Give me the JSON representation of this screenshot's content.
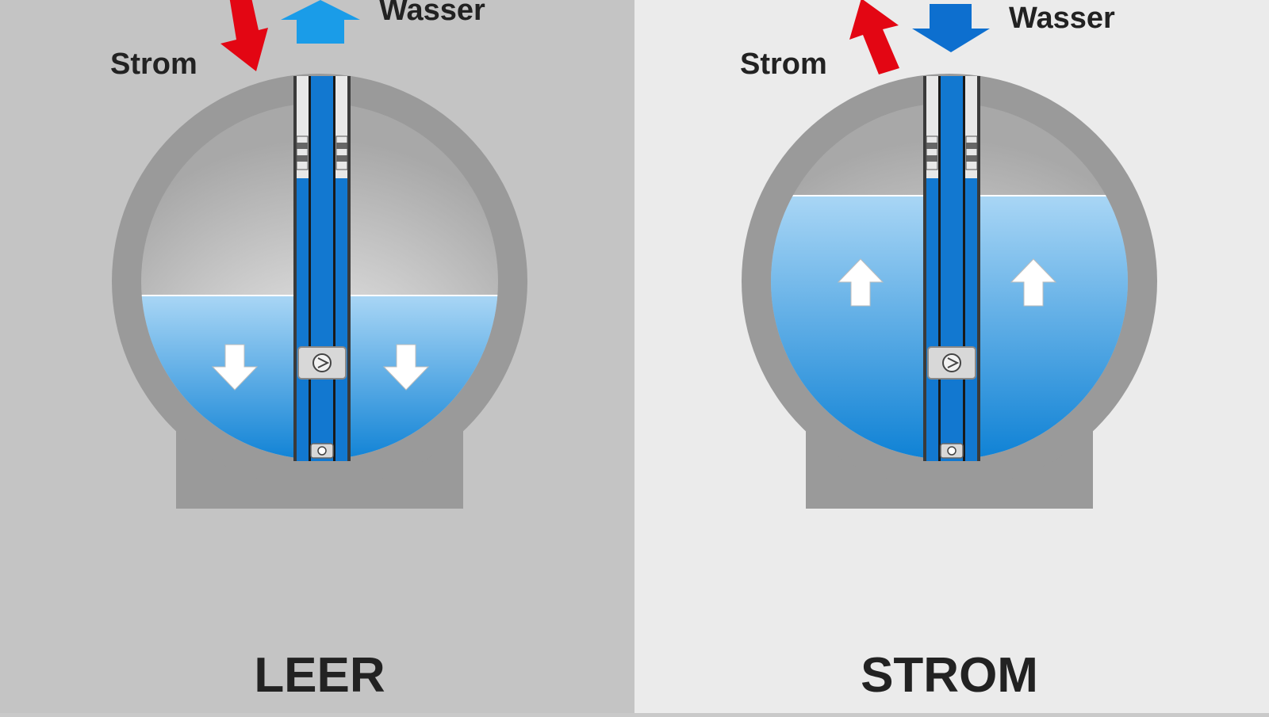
{
  "colors": {
    "panel_left": "#c4c4c4",
    "panel_right": "#ebebeb",
    "tank_shell": "#9a9a9a",
    "tank_shell_edge": "#7a7a7a",
    "water_top": "#a9d6f5",
    "water_bottom": "#0a7fd4",
    "air_light": "#f4f4f4",
    "air_dark": "#a8a8a8",
    "pipe_blue": "#1278d0",
    "arrow_red": "#e30613",
    "arrow_blue_light": "#1a9ce8",
    "arrow_blue_dark": "#0d6fcf",
    "text_dark": "#222222"
  },
  "panels": [
    {
      "id": "left",
      "strom_label": "Strom",
      "wasser_label": "Wasser",
      "state_label": "LEER",
      "strom_arrow_direction": "down",
      "wasser_arrow_direction": "up",
      "water_arrow_direction": "down",
      "water_level_fraction": 0.46,
      "icons": [
        "arrow-red-down-icon",
        "arrow-blue-up-icon",
        "arrow-white-down-icon",
        "pump-icon"
      ]
    },
    {
      "id": "right",
      "strom_label": "Strom",
      "wasser_label": "Wasser",
      "state_label": "STROM",
      "strom_arrow_direction": "up",
      "wasser_arrow_direction": "down",
      "water_arrow_direction": "up",
      "water_level_fraction": 0.74,
      "icons": [
        "arrow-red-up-icon",
        "arrow-blue-down-icon",
        "arrow-white-up-icon",
        "pump-icon"
      ]
    }
  ]
}
